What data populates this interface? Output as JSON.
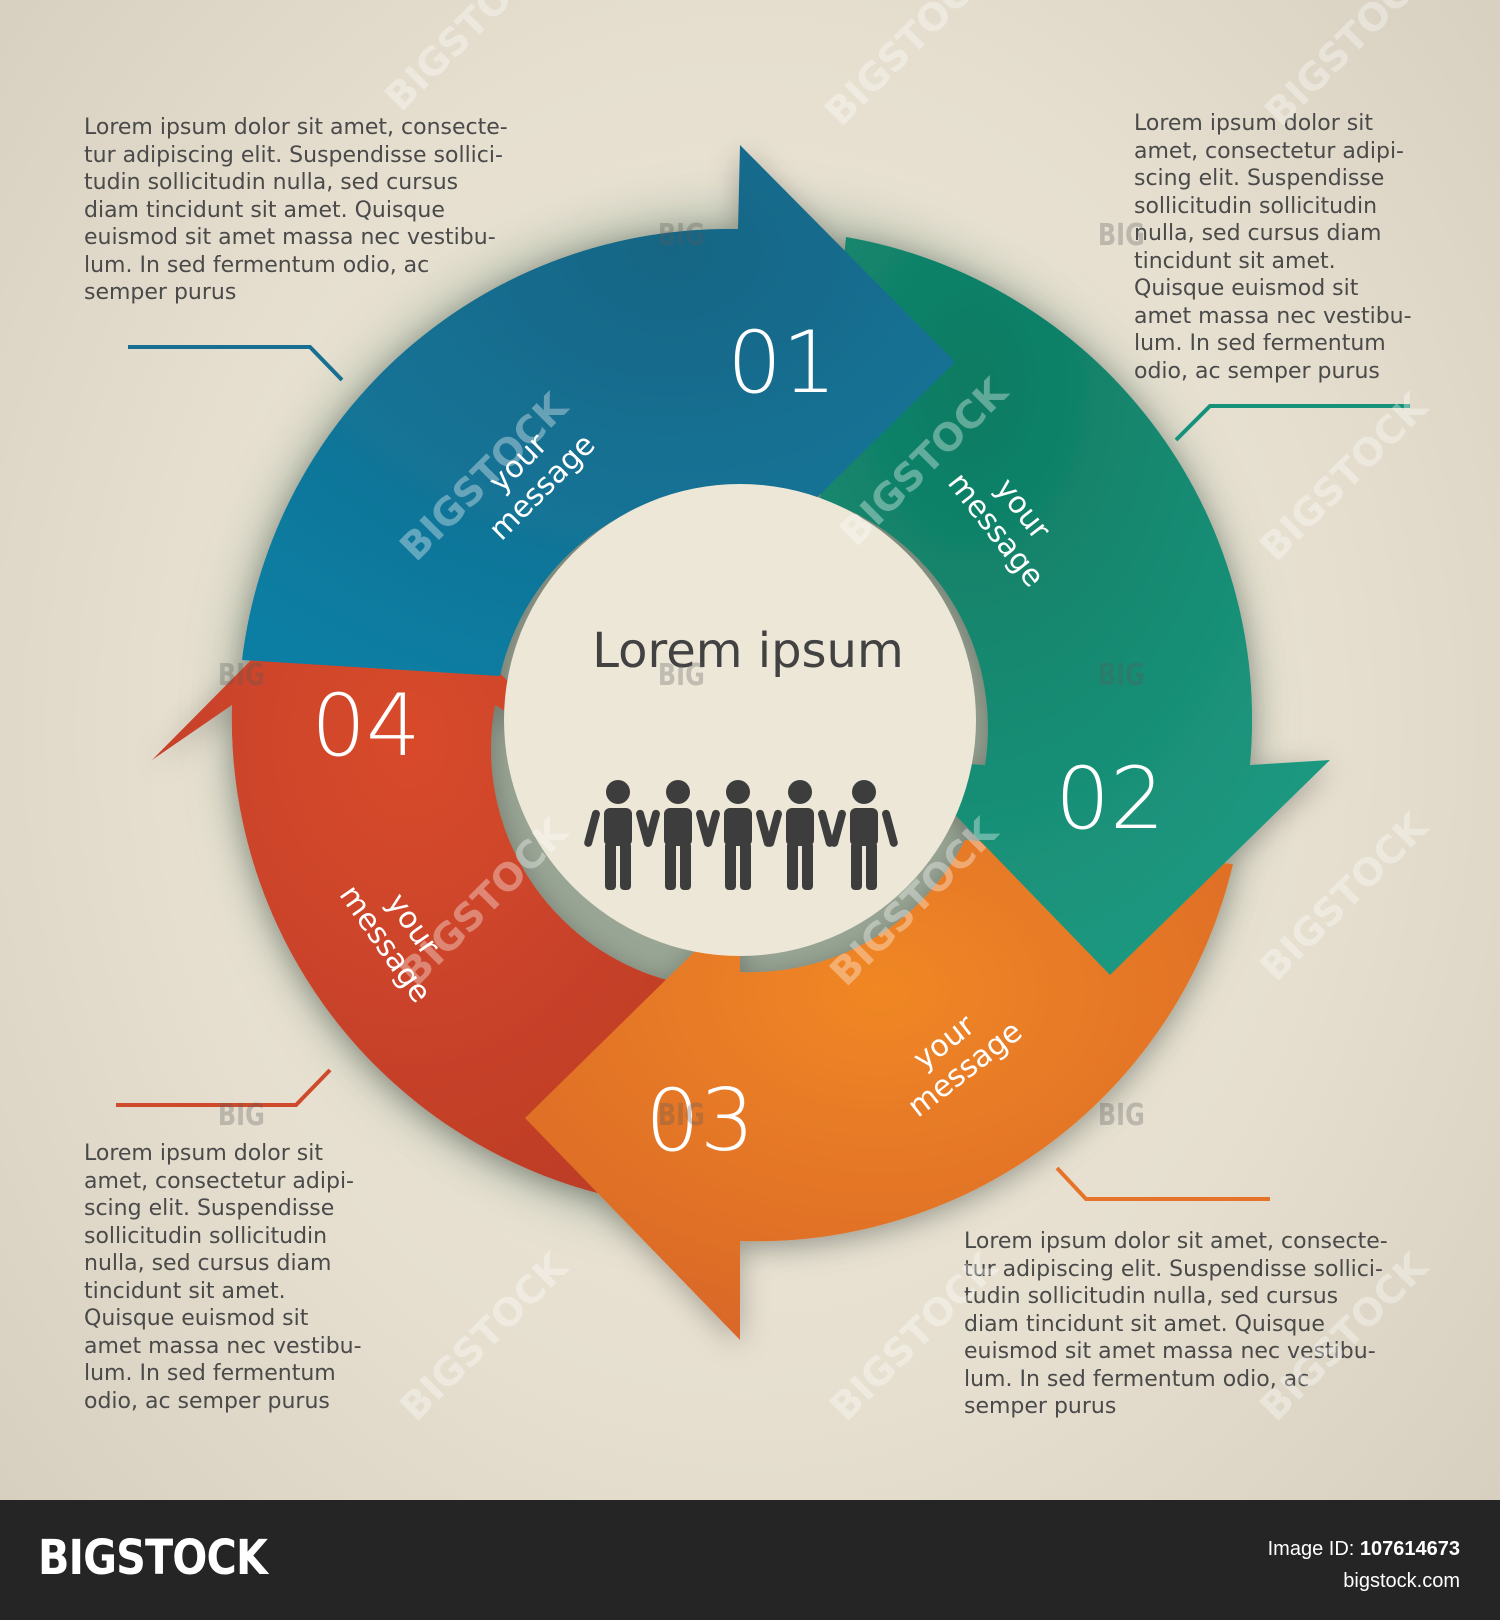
{
  "center": {
    "title": "Lorem ipsum",
    "people_icon": "people-group-icon"
  },
  "steps": [
    {
      "number": "01",
      "label": "your message",
      "color": "#176f91",
      "text": "Lorem ipsum dolor sit amet, consecte-\ntur adipiscing elit. Suspendisse sollici-\ntudin sollicitudin nulla, sed cursus\ndiam tincidunt sit amet. Quisque\neuismod sit amet massa nec vestibu-\nlum. In sed fermentum odio, ac\nsemper purus"
    },
    {
      "number": "02",
      "label": "your message",
      "color": "#16917a",
      "text": "Lorem ipsum dolor sit\namet, consectetur adipi-\nscing elit. Suspendisse\nsollicitudin sollicitudin\nnulla, sed cursus diam\ntincidunt sit amet.\nQuisque euismod sit\namet massa nec vestibu-\nlum. In sed fermentum\nodio, ac semper purus"
    },
    {
      "number": "03",
      "label": "your message",
      "color": "#e5742a",
      "text": "Lorem ipsum dolor sit amet, consecte-\ntur adipiscing elit. Suspendisse sollici-\ntudin sollicitudin nulla, sed cursus\ndiam tincidunt sit amet. Quisque\neuismod sit amet massa nec vestibu-\nlum. In sed fermentum odio, ac\nsemper purus"
    },
    {
      "number": "04",
      "label": "your message",
      "color": "#cf4a2b",
      "text": "Lorem ipsum dolor sit\namet, consectetur adipi-\nscing elit. Suspendisse\nsollicitudin sollicitudin\nnulla, sed cursus diam\ntincidunt sit amet.\nQuisque euismod sit\namet massa nec vestibu-\nlum. In sed fermentum\nodio, ac semper purus"
    }
  ],
  "footer": {
    "brand": "BIGSTOCK",
    "image_id_label": "Image ID:",
    "image_id": "107614673",
    "site": "bigstock.com"
  },
  "watermark": {
    "text": "BIGSTOCK",
    "short": "BIG"
  }
}
